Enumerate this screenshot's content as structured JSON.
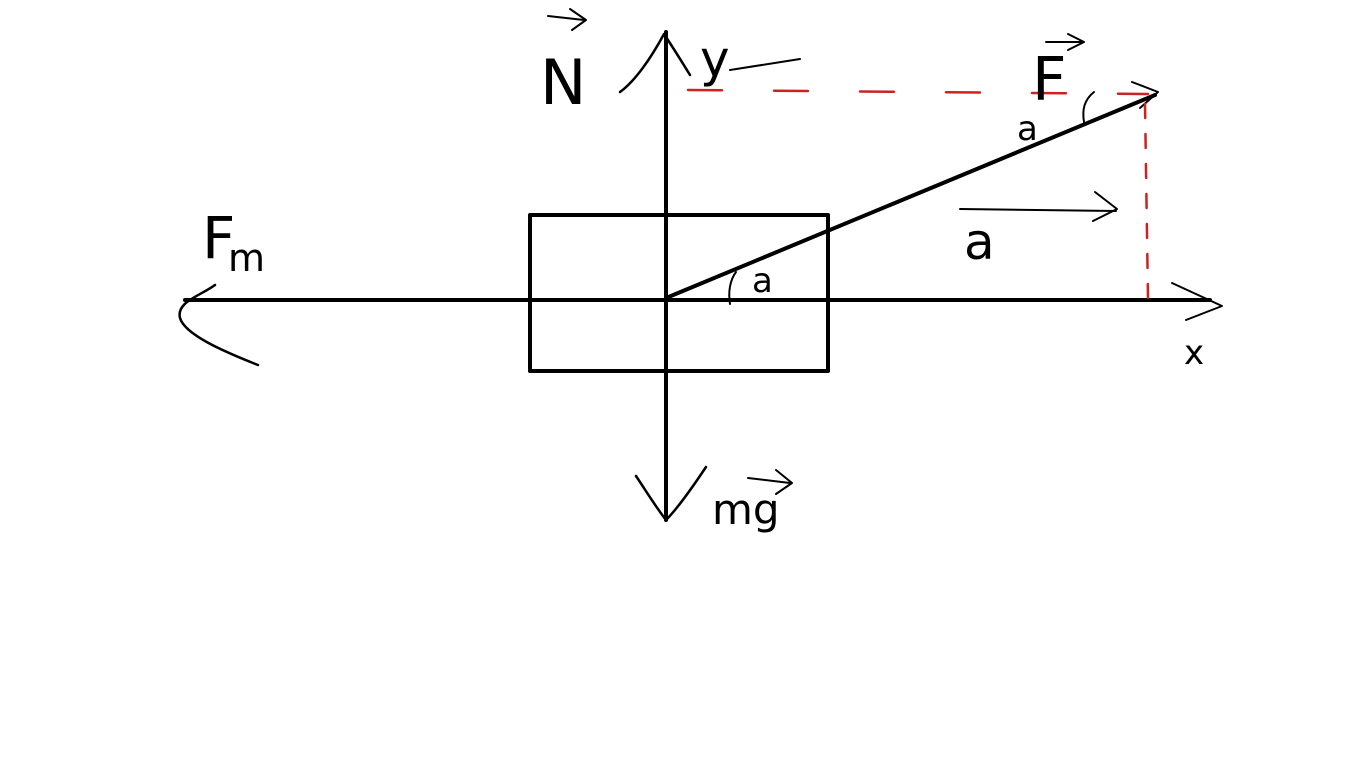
{
  "diagram": {
    "colors": {
      "ink": "#000000",
      "projection": "#cc2222",
      "background": "#ffffff"
    },
    "labels": {
      "normal_force": "N",
      "gravity": "mg",
      "applied_force": "F",
      "friction_force": "F",
      "friction_subscript": "m",
      "acceleration": "a",
      "angle_at_origin": "a",
      "angle_at_tip": "a",
      "x_axis": "x",
      "y_axis": "y"
    }
  }
}
